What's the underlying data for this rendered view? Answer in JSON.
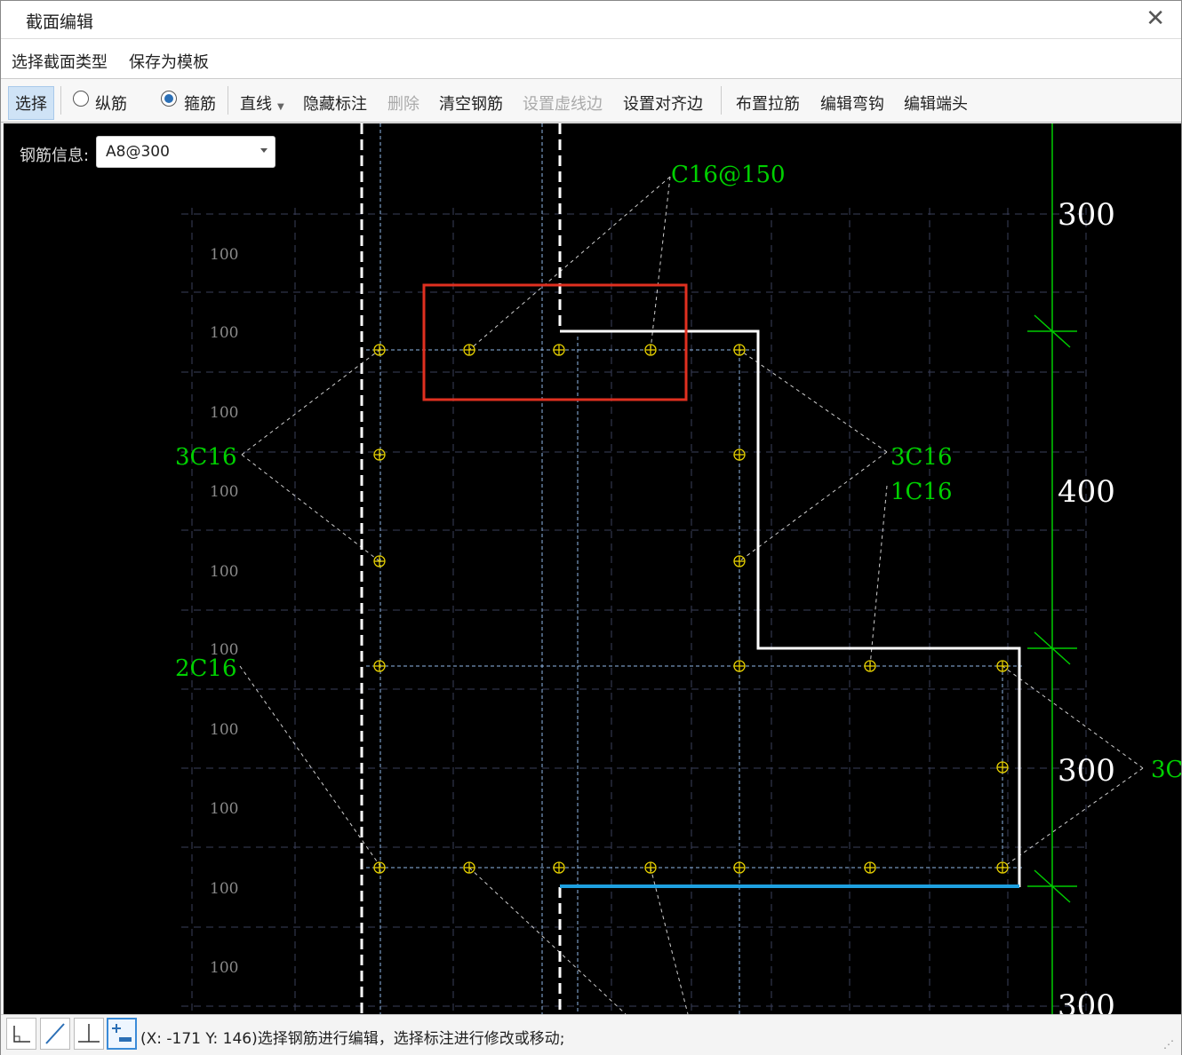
{
  "window": {
    "title": "截面编辑",
    "close_icon": "close-icon"
  },
  "menubar": {
    "items": [
      "选择截面类型",
      "保存为模板"
    ]
  },
  "toolbar": {
    "select_label": "选择",
    "radio_longitudinal": "纵筋",
    "radio_stirrup": "箍筋",
    "selected_radio": "箍筋",
    "line_label": "直线",
    "hide_label": "隐藏标注",
    "delete_label": "删除",
    "clear_label": "清空钢筋",
    "dashed_label": "设置虚线边",
    "align_label": "设置对齐边",
    "tie_label": "布置拉筋",
    "hook_label": "编辑弯钩",
    "end_label": "编辑端头"
  },
  "canvas": {
    "rebar_info_label": "钢筋信息:",
    "rebar_info_value": "A8@300",
    "grid_labels": [
      "100",
      "100",
      "100",
      "100",
      "100",
      "100",
      "100",
      "100",
      "100",
      "100"
    ],
    "annotations": {
      "top": "C16@150",
      "left_upper": "3C16",
      "right_upper_1": "3C16",
      "right_upper_2": "1C16",
      "left_lower": "2C16",
      "right_edge": "3C"
    },
    "dimensions": [
      "300",
      "400",
      "300",
      "300"
    ],
    "colors": {
      "background": "#000000",
      "outline": "#ffffff",
      "annotation": "#00d000",
      "rebar": "#e6d000",
      "highlight_box": "#e03020",
      "selected_edge": "#1ea0e0"
    }
  },
  "statusbar": {
    "message": "(X: -171 Y: 146)选择钢筋进行编辑，选择标注进行修改或移动;",
    "buttons": [
      "ortho-snap-icon",
      "line-snap-icon",
      "perpendicular-snap-icon",
      "add-snap-icon"
    ]
  }
}
